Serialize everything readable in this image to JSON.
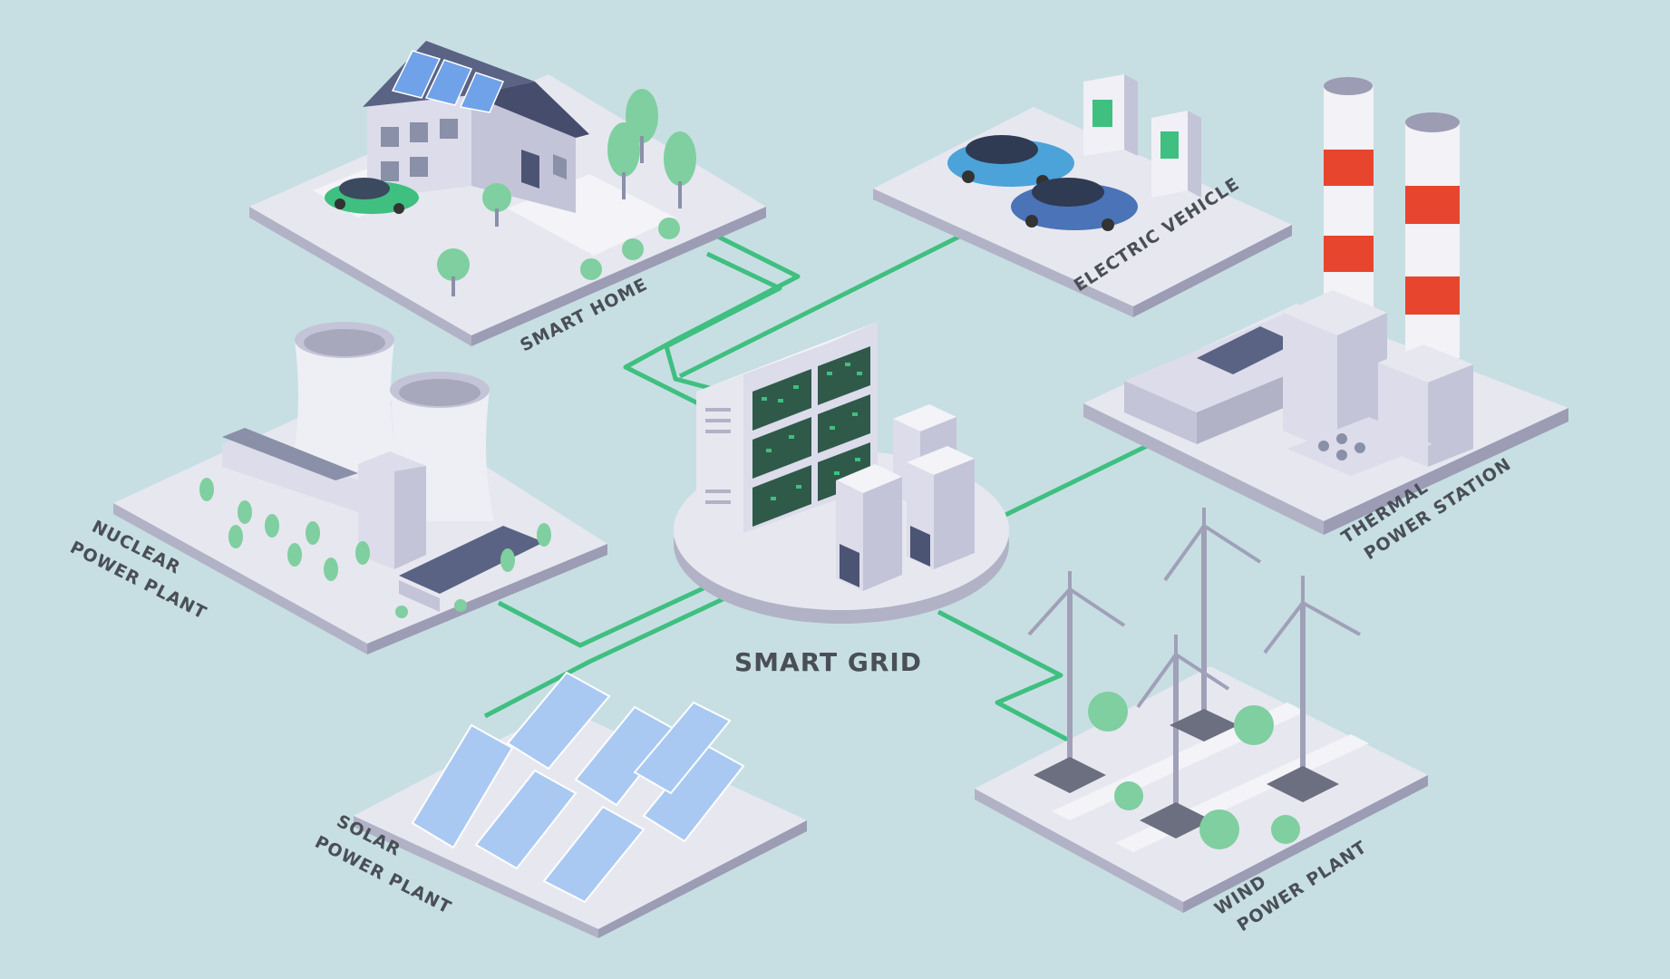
{
  "colors": {
    "background": "#c7dfe3",
    "connector": "#3fbf80",
    "platform_top": "#e7e7f0",
    "platform_side": "#b2b2c6",
    "label_text": "#4a4f57",
    "chimney_stripe": "#e8452e",
    "panel_blue": "#a9c9f2"
  },
  "center": {
    "label": "SMART GRID"
  },
  "nodes": [
    {
      "id": "smart-home",
      "label": "SMART HOME",
      "icon": "house-icon"
    },
    {
      "id": "electric-vehicle",
      "label": "ELECTRIC VEHICLE",
      "icon": "ev-charger-icon"
    },
    {
      "id": "thermal",
      "label_line1": "THERMAL",
      "label_line2": "POWER STATION",
      "icon": "factory-icon"
    },
    {
      "id": "nuclear",
      "label_line1": "NUCLEAR",
      "label_line2": "POWER PLANT",
      "icon": "cooling-tower-icon"
    },
    {
      "id": "solar",
      "label_line1": "SOLAR",
      "label_line2": "POWER PLANT",
      "icon": "solar-panel-icon"
    },
    {
      "id": "wind",
      "label_line1": "WIND",
      "label_line2": "POWER PLANT",
      "icon": "wind-turbine-icon"
    }
  ]
}
